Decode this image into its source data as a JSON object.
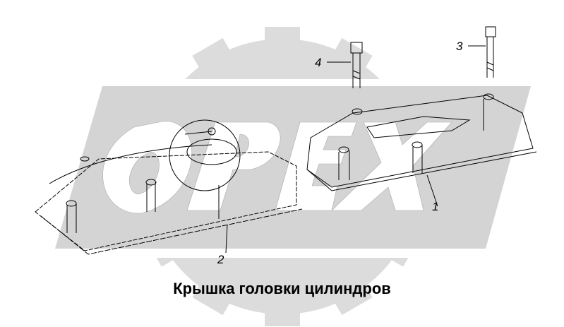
{
  "title": "Крышка головки цилиндров",
  "callouts": [
    {
      "number": "1"
    },
    {
      "number": "2"
    },
    {
      "number": "3"
    },
    {
      "number": "4"
    }
  ],
  "watermark": {
    "text": "ОРЕХ",
    "gear_color": "#d9d9d9",
    "badge_color": "#d4d4d4"
  }
}
